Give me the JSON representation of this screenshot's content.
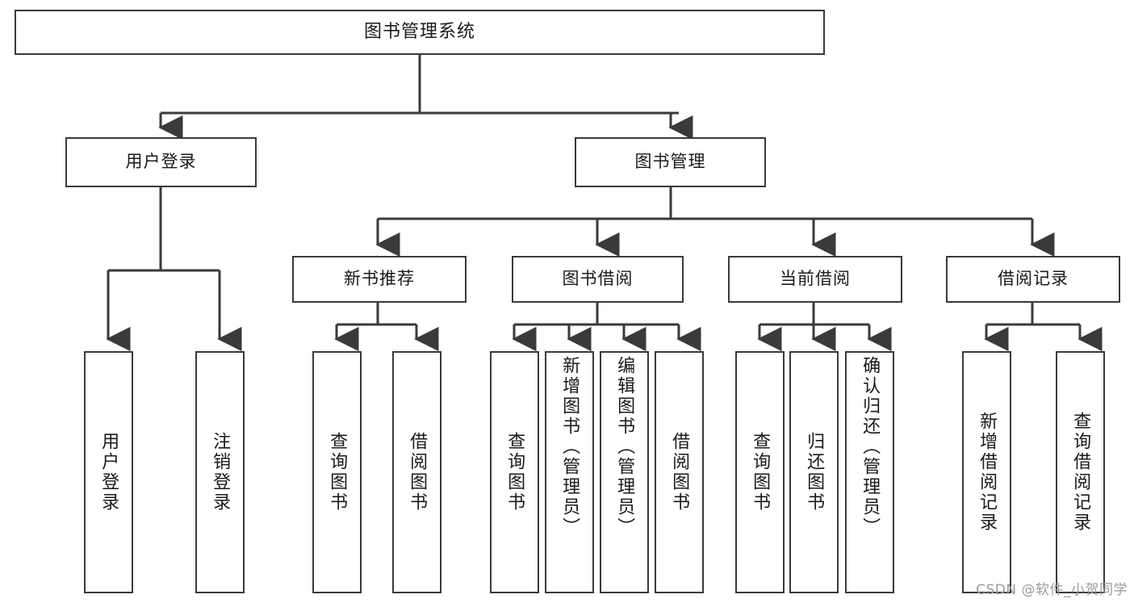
{
  "diagram": {
    "title": "图书管理系统",
    "type": "hierarchy-tree",
    "levels": 3,
    "root": {
      "id": "root",
      "label": "图书管理系统",
      "orientation": "horizontal"
    },
    "level2": [
      {
        "id": "user-login",
        "label": "用户登录",
        "orientation": "horizontal"
      },
      {
        "id": "book-management",
        "label": "图书管理",
        "orientation": "horizontal"
      }
    ],
    "level3": [
      {
        "id": "new-book-recommend",
        "label": "新书推荐",
        "orientation": "horizontal"
      },
      {
        "id": "book-borrow",
        "label": "图书借阅",
        "orientation": "horizontal"
      },
      {
        "id": "current-borrow",
        "label": "当前借阅",
        "orientation": "horizontal"
      },
      {
        "id": "borrow-record",
        "label": "借阅记录",
        "orientation": "horizontal"
      }
    ],
    "leaves": {
      "user_login": [
        {
          "id": "leaf-user-login",
          "label": "用户登录"
        },
        {
          "id": "leaf-user-logout",
          "label": "注销登录"
        }
      ],
      "new_book_recommend": [
        {
          "id": "leaf-query-book-1",
          "label": "查询图书"
        },
        {
          "id": "leaf-borrow-book-1",
          "label": "借阅图书"
        }
      ],
      "book_borrow": [
        {
          "id": "leaf-query-book-2",
          "label": "查询图书"
        },
        {
          "id": "leaf-add-book",
          "label": "新增图书（管理员）"
        },
        {
          "id": "leaf-edit-book",
          "label": "编辑图书（管理员）"
        },
        {
          "id": "leaf-borrow-book-2",
          "label": "借阅图书"
        }
      ],
      "current_borrow": [
        {
          "id": "leaf-query-book-3",
          "label": "查询图书"
        },
        {
          "id": "leaf-return-book",
          "label": "归还图书"
        },
        {
          "id": "leaf-confirm-return",
          "label": "确认归还（管理员）"
        }
      ],
      "borrow_record": [
        {
          "id": "leaf-add-record",
          "label": "新增借阅记录"
        },
        {
          "id": "leaf-query-record",
          "label": "查询借阅记录"
        }
      ]
    },
    "colors": {
      "stroke": "#3a3a3a",
      "text": "#1a1a1a",
      "background": "#ffffff",
      "watermark": "#9b9b9b"
    }
  },
  "watermark": {
    "text": "CSDN @软件_小贺同学"
  }
}
